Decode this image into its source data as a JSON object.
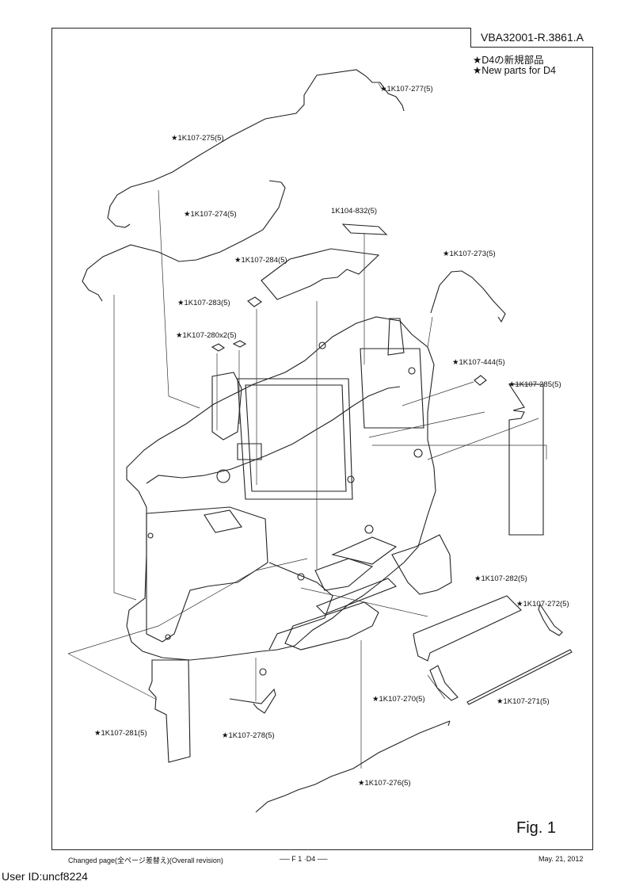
{
  "document_id": "VBA32001-R.3861.A",
  "legend": {
    "line_jp": "★D4の新規部品",
    "line_en": "★New parts for D4"
  },
  "parts": [
    {
      "label": "★1K107-277(5)"
    },
    {
      "label": "★1K107-275(5)"
    },
    {
      "label": "★1K107-274(5)"
    },
    {
      "label": "1K104-832(5)"
    },
    {
      "label": "★1K107-284(5)"
    },
    {
      "label": "★1K107-273(5)"
    },
    {
      "label": "★1K107-283(5)"
    },
    {
      "label": "★1K107-280x2(5)"
    },
    {
      "label": "★1K107-444(5)"
    },
    {
      "label": "★1K107-285(5)"
    },
    {
      "label": "★1K107-282(5)"
    },
    {
      "label": "★1K107-272(5)"
    },
    {
      "label": "★1K107-270(5)"
    },
    {
      "label": "★1K107-271(5)"
    },
    {
      "label": "★1K107-281(5)"
    },
    {
      "label": "★1K107-278(5)"
    },
    {
      "label": "★1K107-276(5)"
    }
  ],
  "figure_label": "Fig. 1",
  "footer": {
    "changed": "Changed page(全ページ差替え)(Overall revision)",
    "page": "── F 1 ·D4 ──",
    "date": "May. 21, 2012"
  },
  "user_id": "User ID:uncf8224"
}
